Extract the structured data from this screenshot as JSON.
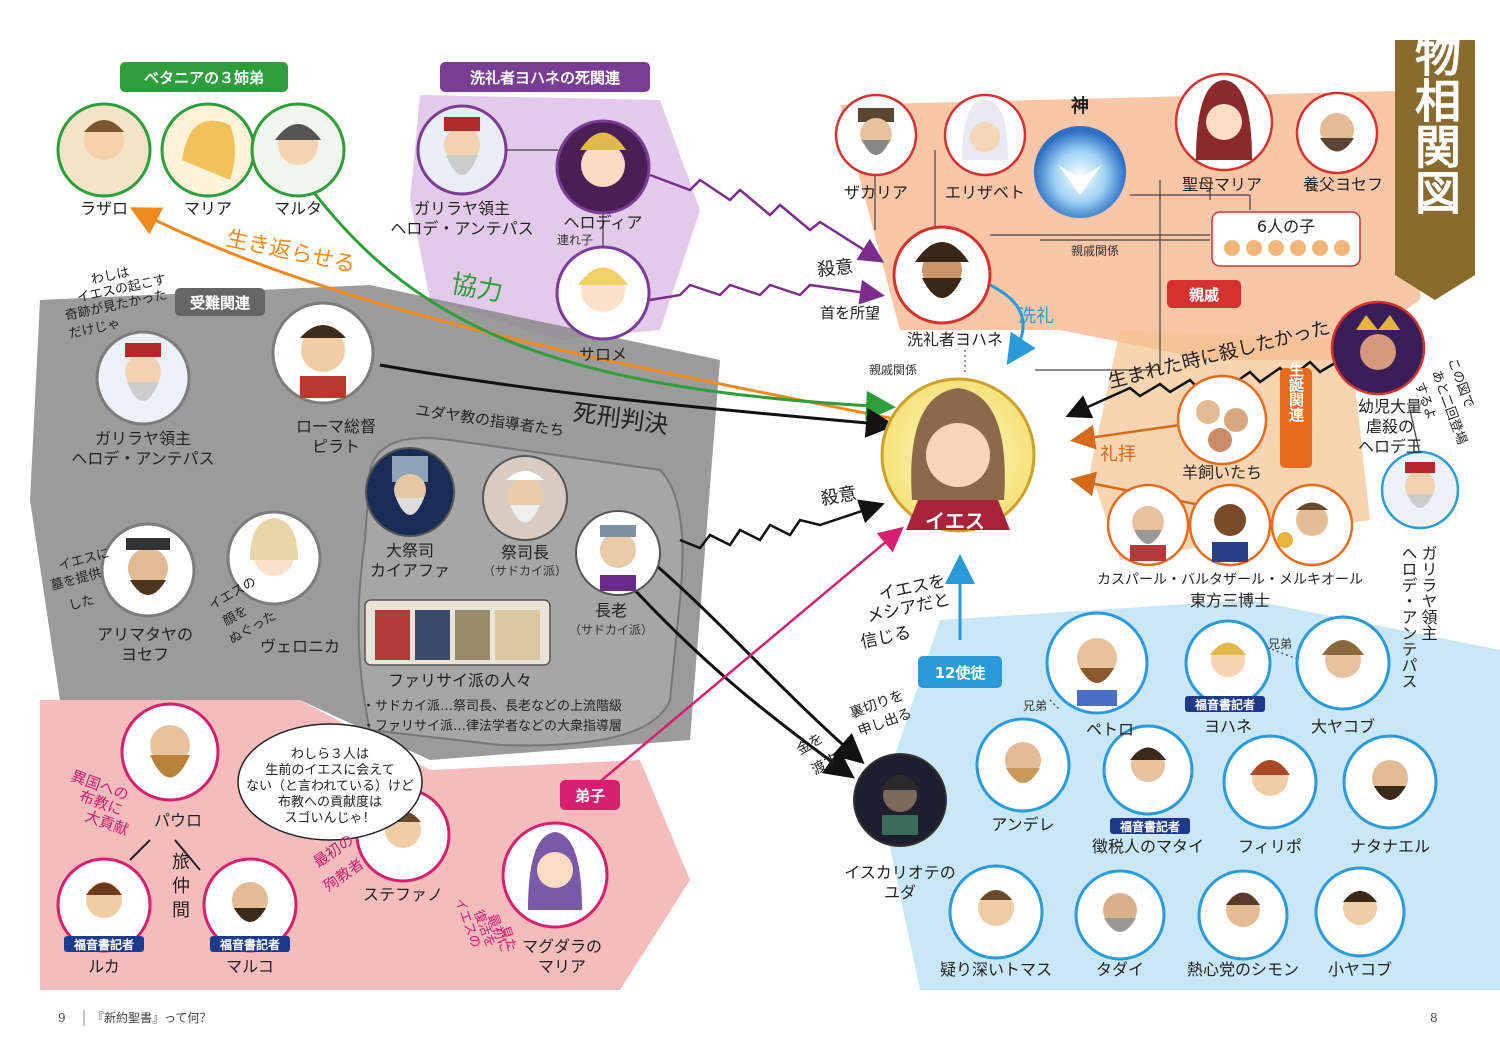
{
  "title": "人物相関図",
  "footer": {
    "left_page": "9",
    "book": "『新約聖書』って何？",
    "right_page": "8"
  },
  "groups": {
    "bethany": "ベタニアの３姉弟",
    "john_death": "洗礼者ヨハネの死関連",
    "passion": "受難関連",
    "kin": "親戚",
    "nativity": "生誕関連",
    "twelve": "12使徒",
    "disciples": "弟子",
    "jewish_leaders": "ユダヤ教の指導者たち"
  },
  "badge": "福音書記者",
  "people": {
    "lazarus": "ラザロ",
    "mary_b": "マリア",
    "martha": "マルタ",
    "herod_a1": [
      "ガリラヤ領主",
      "ヘロデ・アンテパス"
    ],
    "herodias": "ヘロディア",
    "salome": "サロメ",
    "herod_a2": [
      "ガリラヤ領主",
      "ヘロデ・アンテパス"
    ],
    "pilate": [
      "ローマ総督",
      "ピラト"
    ],
    "caiaphas": [
      "大祭司",
      "カイアファ"
    ],
    "priest": "祭司長",
    "priest_sub": "（サドカイ派）",
    "elder": "長老",
    "elder_sub": "（サドカイ派）",
    "pharisees": "ファリサイ派の人々",
    "joseph_a": [
      "アリマタヤの",
      "ヨセフ"
    ],
    "veronica": "ヴェロニカ",
    "zechariah": "ザカリア",
    "elizabeth": "エリザベト",
    "god": "神",
    "mother_mary": "聖母マリア",
    "joseph_f": "養父ヨセフ",
    "six_children": "6人の子",
    "john_baptist": "洗礼者ヨハネ",
    "jesus": "イエス",
    "herod_king": [
      "幼児大量",
      "虐殺の",
      "ヘロデ王"
    ],
    "shepherds": "羊飼いたち",
    "magi_names": "カスパール・バルタザール・メルキオール",
    "magi": "東方三博士",
    "herod_a3": [
      "ガリラヤ領主",
      "ヘロデ・アンテパス"
    ],
    "peter": "ペトロ",
    "john": "ヨハネ",
    "james_g": "大ヤコブ",
    "andrew": "アンデレ",
    "matthew": "徴税人のマタイ",
    "philip": "フィリポ",
    "nathanael": "ナタナエル",
    "thomas": "疑り深いトマス",
    "thaddeus": "タダイ",
    "simon": "熱心党のシモン",
    "james_l": "小ヤコブ",
    "judas": [
      "イスカリオテの",
      "ユダ"
    ],
    "paul": "パウロ",
    "luke": "ルカ",
    "mark": "マルコ",
    "stephen": "ステファノ",
    "magdalene": [
      "マグダラの",
      "マリア"
    ]
  },
  "relations": {
    "revive": "生き返らせる",
    "cooperate": "協力",
    "murder_intent_1": "殺意",
    "head_wish": "首を所望",
    "stepchild": "連れ子",
    "baptism": "洗礼",
    "kinship_1": "親戚関係",
    "kinship_2": "親戚関係",
    "kill_at_birth": "生まれた時に殺したかった",
    "worship": "礼拝",
    "death_sentence": "死刑判決",
    "murder_intent_2": "殺意",
    "believe": [
      "イエスを",
      "メシアだと",
      "信じる"
    ],
    "betray": [
      "裏切りを",
      "申し出る"
    ],
    "money": [
      "金を",
      "渡す"
    ],
    "brothers_1": "兄弟",
    "brothers_2": "兄弟",
    "companions": [
      "旅",
      "仲",
      "間"
    ]
  },
  "notes": {
    "herod_q": [
      "わしは",
      "イエスの起こす",
      "奇跡が見たかった",
      "だけじゃ"
    ],
    "tomb": [
      "イエスに",
      "墓を提供",
      "した"
    ],
    "veronica_n": [
      "イエスの",
      "顔を",
      "ぬぐった"
    ],
    "herod_twice": [
      "この図で",
      "あと二回登場",
      "するよ"
    ],
    "mission": [
      "異国への",
      "布教に",
      "大貢献"
    ],
    "trio": [
      "わしら３人は",
      "生前のイエスに会えて",
      "ない（と言われている）けど",
      "布教への貢献度は",
      "スゴいんじゃ！"
    ],
    "martyr": [
      "最初の",
      "殉教者"
    ],
    "magdalene_n": [
      "イエスの",
      "復活を",
      "最初に",
      "見た"
    ]
  },
  "legend": {
    "sadducee": "・サドカイ派…祭司長、長老などの上流階級",
    "pharisee": "・ファリサイ派…律法学者などの大衆指導層"
  },
  "colors": {
    "green": "#2e9e3a",
    "purple": "#7a3d96",
    "gray": "#666666",
    "orange": "#e8a070",
    "kin_red": "#d6312f",
    "blue": "#2a9bd8",
    "magenta": "#d61f6e",
    "gold": "#8b6a2b",
    "title_bg": "#8a6b2e",
    "badge_bg": "#1f3a8a"
  }
}
